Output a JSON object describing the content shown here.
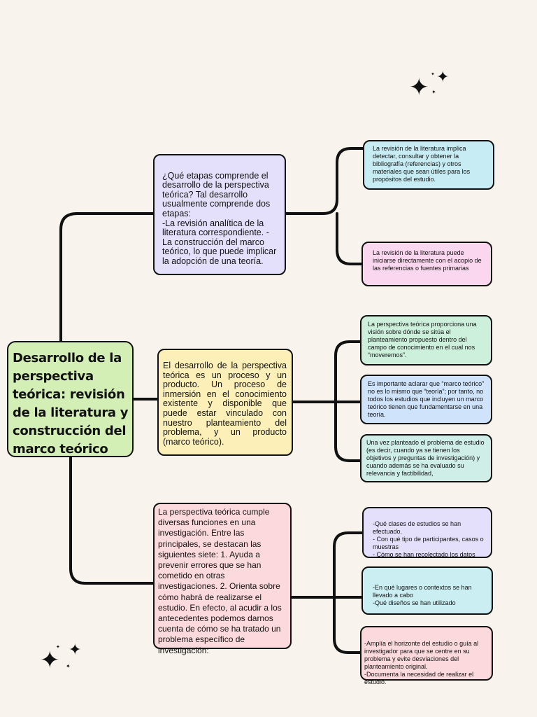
{
  "main_title": "Desarrollo de la perspectiva teórica: revisión de la literatura y construcción del marco teórico",
  "branches": {
    "etapas": {
      "text": "¿Qué etapas comprende el desarrollo de la perspectiva teórica? Tal desarrollo usualmente comprende dos etapas:\n-La revisión analítica de la literatura correspondiente. -La construcción del marco teórico, lo que puede implicar la adopción de una teoría.",
      "details": [
        "La revisión de la literatura implica detectar, consultar y obtener la bibliografía (referencias) y otros materiales que sean útiles para los propósitos del estudio.",
        "La revisión de la literatura puede iniciarse directamente con el acopio de las referencias o fuentes primarias"
      ]
    },
    "desarrollo": {
      "text": "El desarrollo de la perspectiva teórica es un proceso y un producto. Un proceso de inmersión en el conocimiento existente y disponible que puede estar vinculado con nuestro planteamiento del problema, y un producto (marco teórico).",
      "details": [
        "La perspectiva teórica proporciona una visión sobre dónde se sitúa el planteamiento propuesto dentro del campo de conocimiento en el cual nos “moveremos”.",
        "Es importante aclarar que “marco teórico” no es lo mismo que “teoría”; por tanto, no todos los estudios que incluyen un marco teórico tienen que fundamentarse en una teoría.",
        "Una vez planteado el problema de estudio (es decir, cuando ya se tienen los objetivos y preguntas de investigación) y cuando además se ha evaluado su relevancia y factibilidad,"
      ]
    },
    "funciones": {
      "text": "La perspectiva teórica cumple diversas funciones en una investigación. Entre las principales, se destacan las siguientes siete: 1. Ayuda a prevenir errores que se han cometido en otras investigaciones. 2. Orienta sobre cómo habrá de realizarse el estudio. En efecto, al acudir a los antecedentes podemos darnos cuenta de cómo se ha tratado un problema específico de investigación:",
      "details": [
        " -Qué clases de estudios se han efectuado.\n  - Con qué tipo de participantes, casos o muestras\n - Cómo se han recolectado los datos",
        "-En qué lugares o contextos se han llevado a cabo\n-Qué diseños se han utilizado",
        "-Amplía el horizonte del estudio o guía al investigador para que se centre en su problema y evite desviaciones del planteamiento original.\n -Documenta la necesidad de realizar el estudio."
      ]
    }
  },
  "decorations": {
    "sparkle_icon": "✦",
    "colors": {
      "background": "#f8f3ec",
      "main": "#d4efb5",
      "lavender": "#e4e0fb",
      "yellow": "#fcefb8",
      "pink": "#fcd9dc",
      "cyan": "#c7ecf3",
      "mint": "#cdf0dc",
      "blue": "#cfe3fb"
    }
  }
}
